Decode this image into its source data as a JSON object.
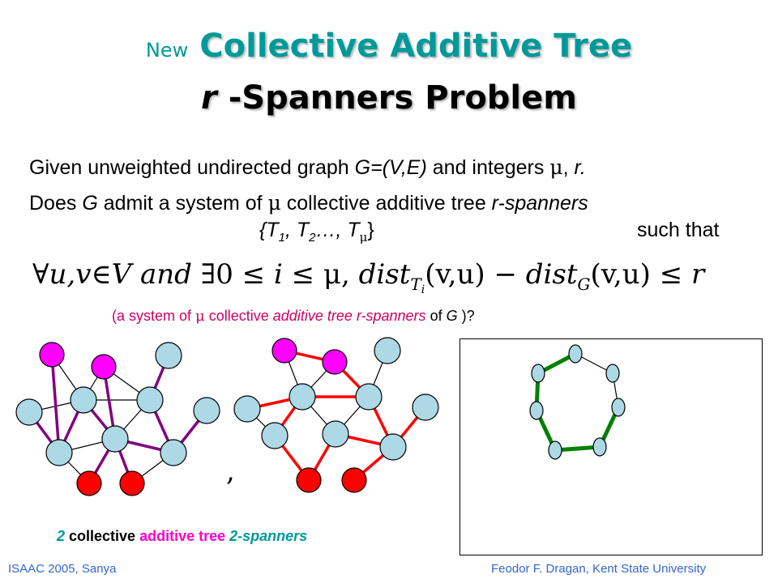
{
  "title": {
    "prefix": "New",
    "line1": "Collective Additive Tree",
    "line2_r": "r",
    "line2_rest": " -Spanners Problem"
  },
  "statement": {
    "l1_a": "Given unweighted undirected graph ",
    "l1_b": "G=(V,E)",
    "l1_c": " and integers ",
    "l1_mu": "μ",
    "l1_d": ", ",
    "l1_e": "r.",
    "l2_a": "Does ",
    "l2_b": "G",
    "l2_c": " admit a system of ",
    "l2_mu": "μ",
    "l2_d": " collective additive tree ",
    "l2_e": "r-spanners",
    "l3_a": "{T",
    "l3_s1": "1",
    "l3_b": ", T",
    "l3_s2": "2",
    "l3_c": "…, T",
    "l3_mu": "μ",
    "l3_d": "}",
    "l4": "such that"
  },
  "formula": {
    "p1": "∀",
    "p2": "u,v",
    "p3": "∈",
    "p4": "V",
    "p5": " and ",
    "p6": "∃",
    "p7": "0 ≤ ",
    "p8": "i",
    "p9": " ≤ μ,  ",
    "p10": "dist",
    "p11": "T",
    "p12": "i",
    "p13": "(v,u) − ",
    "p14": "dist",
    "p15": "G",
    "p16": "(v,u) ≤ ",
    "p17": "r"
  },
  "note": {
    "a": "(a system of ",
    "mu": "μ",
    "b": " collective ",
    "c": "additive tree r-spanners",
    "d": " of ",
    "e": "G",
    "f": " )?"
  },
  "comma": ",",
  "caption": {
    "a": "2",
    "b": " collective ",
    "c": "additive tree",
    "d": " ",
    "e": "2-spanners"
  },
  "footer": {
    "left": "ISAAC 2005, Sanya",
    "right": "Feodor F. Dragan,  Kent State University"
  },
  "colors": {
    "teal": "#009999",
    "magenta_node": "#ff00ff",
    "light_node": "#add8e6",
    "red_node": "#ff0000",
    "purple_edge": "#800080",
    "red_edge": "#ff0000",
    "green_edge": "#008000"
  }
}
